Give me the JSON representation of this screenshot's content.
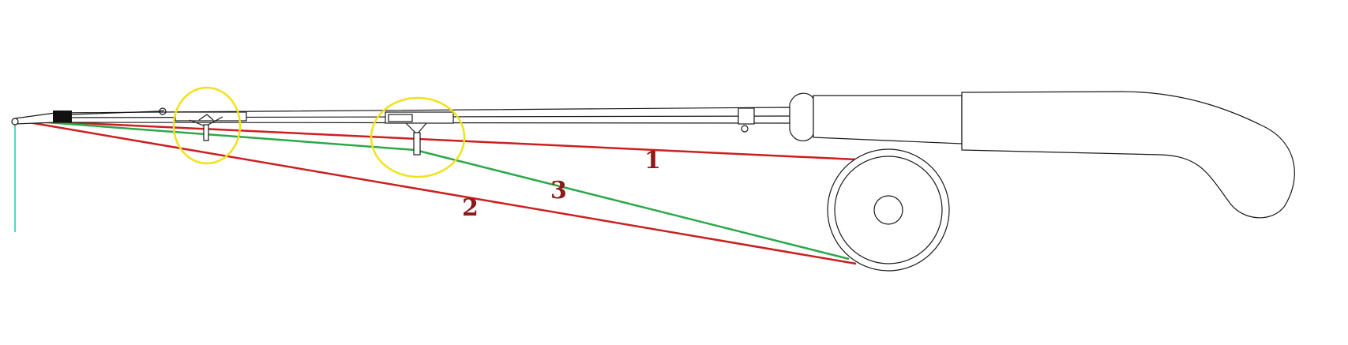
{
  "colors": {
    "red_line": "#cc1f1f",
    "green_line": "#2ca84a",
    "highlight_circle": "#f0e21a",
    "label": "#8b1a1a",
    "outline": "#1a1a1a",
    "tip_line": "#5fd0c4"
  },
  "labels": {
    "line1": "1",
    "line2": "2",
    "line3": "3"
  },
  "icons": {
    "rod": "fishing-rod-outline",
    "reel": "spinning-reel-circle",
    "handle": "pistol-grip-handle",
    "guide": "line-guide-ring"
  }
}
